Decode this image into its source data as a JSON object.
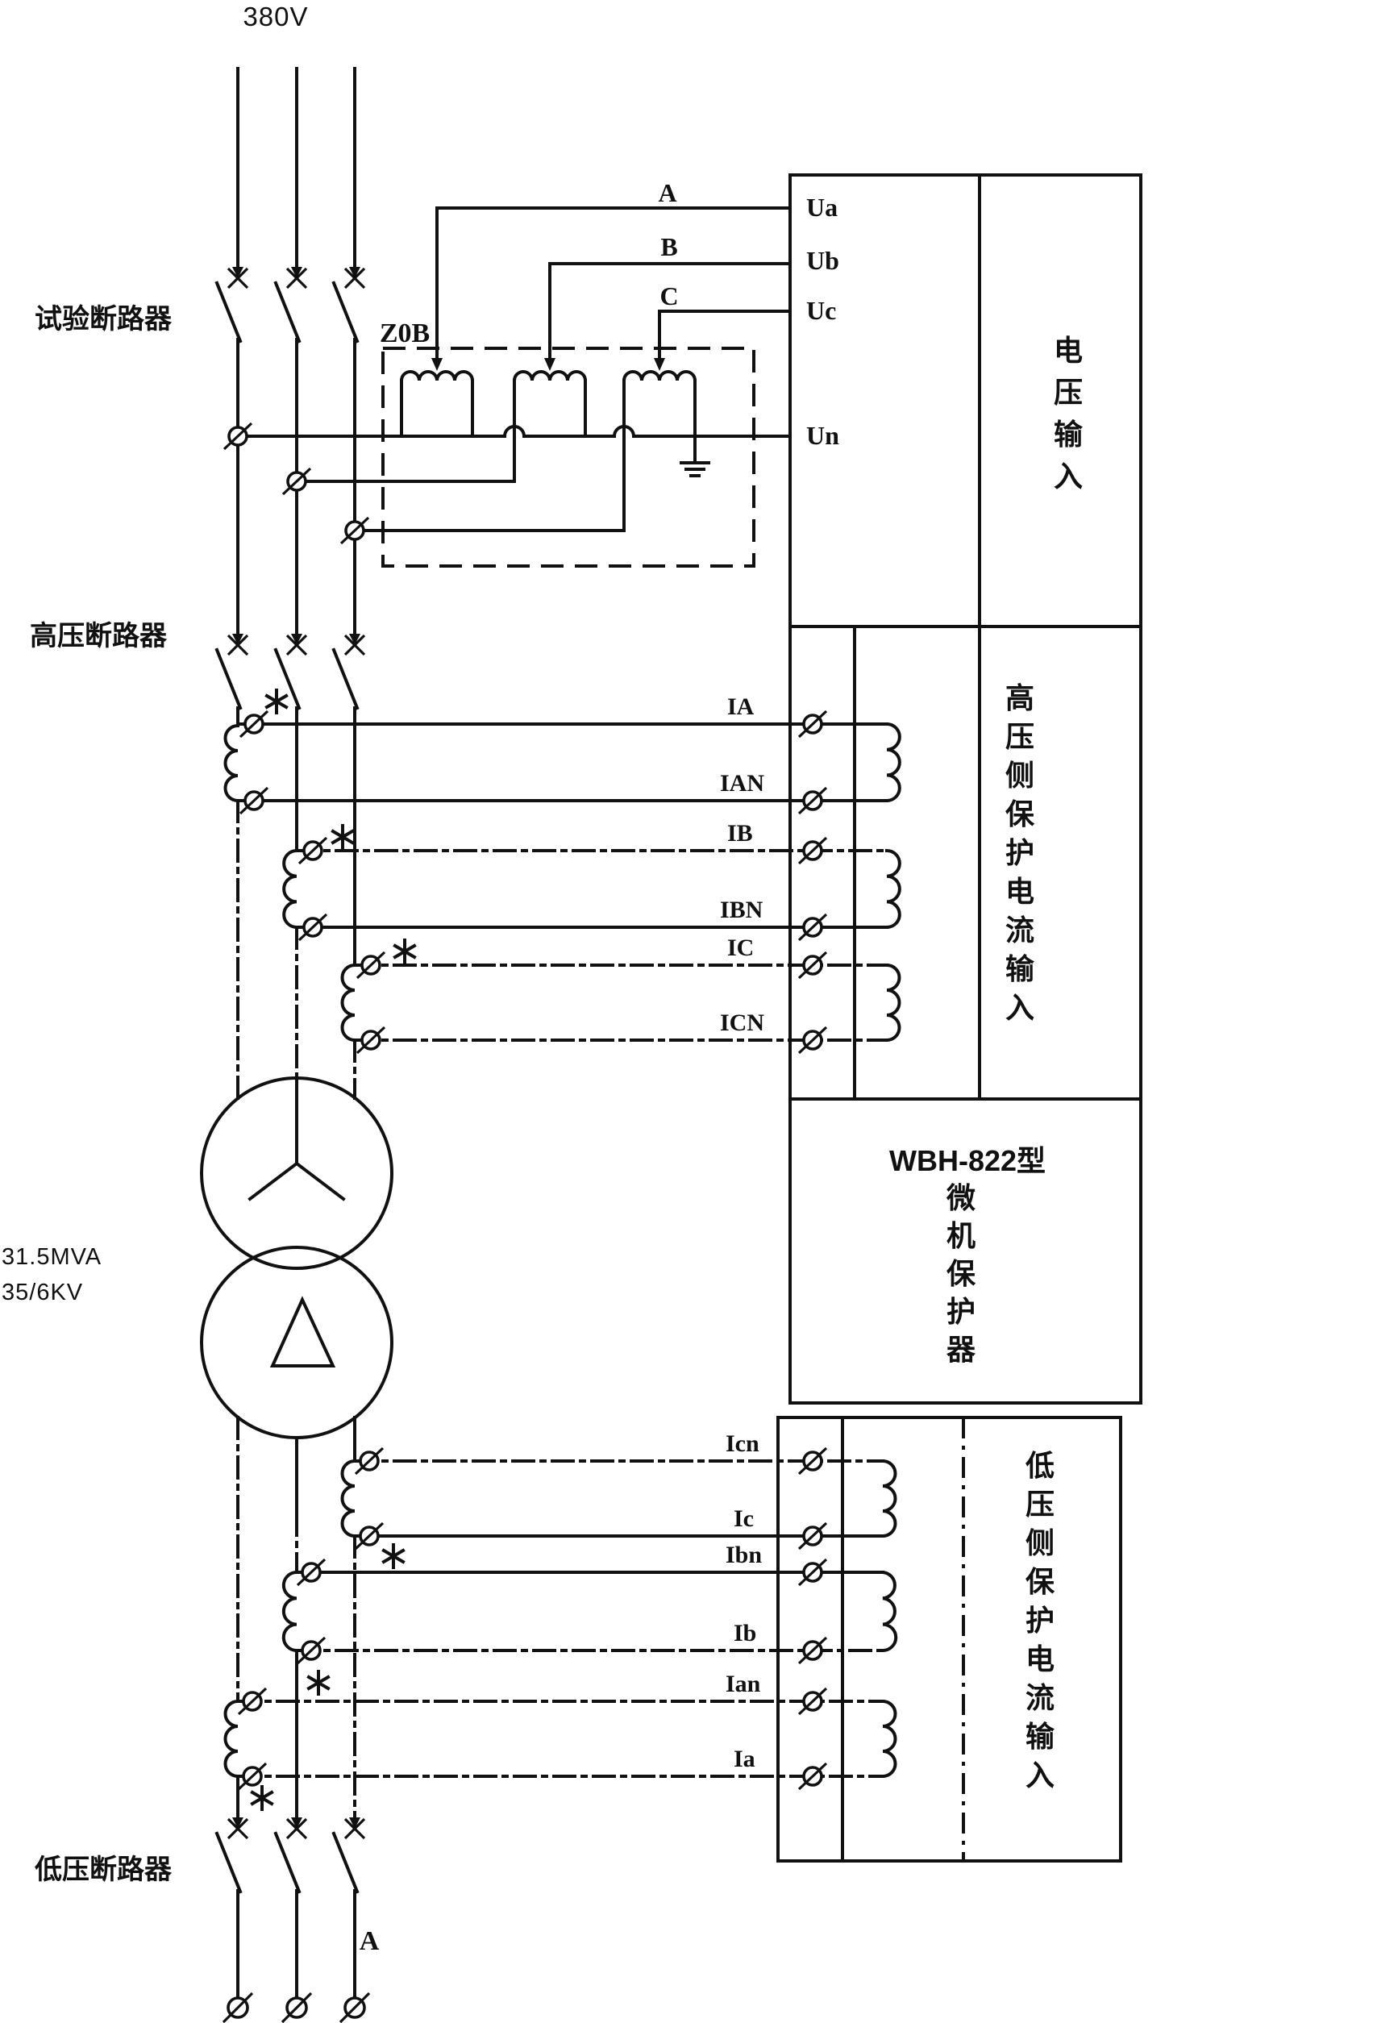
{
  "colors": {
    "ink": "#111111",
    "paper": "#ffffff"
  },
  "source": {
    "voltage_label": "380V"
  },
  "breakers": {
    "test": "试验断路器",
    "high_voltage": "高压断路器",
    "low_voltage": "低压断路器"
  },
  "regulator": {
    "label": "Z0B"
  },
  "phases": {
    "a": "A",
    "b": "B",
    "c": "C",
    "bottom_a": "A"
  },
  "transformer": {
    "rating": "31.5MVA",
    "ratio": "35/6KV"
  },
  "device": {
    "voltage_section": {
      "title": "电压输入",
      "inputs": {
        "ua": "Ua",
        "ub": "Ub",
        "uc": "Uc",
        "un": "Un"
      }
    },
    "hv_current_section": {
      "title": "高压侧保护电流输入",
      "inputs": [
        "IA",
        "IAN",
        "IB",
        "IBN",
        "IC",
        "ICN"
      ]
    },
    "main_section": {
      "model": "WBH-822型",
      "name": "微机保护器"
    },
    "lv_current_section": {
      "title": "低压侧保护电流输入",
      "inputs": [
        "Icn",
        "Ic",
        "Ibn",
        "Ib",
        "Ian",
        "Ia"
      ]
    }
  }
}
